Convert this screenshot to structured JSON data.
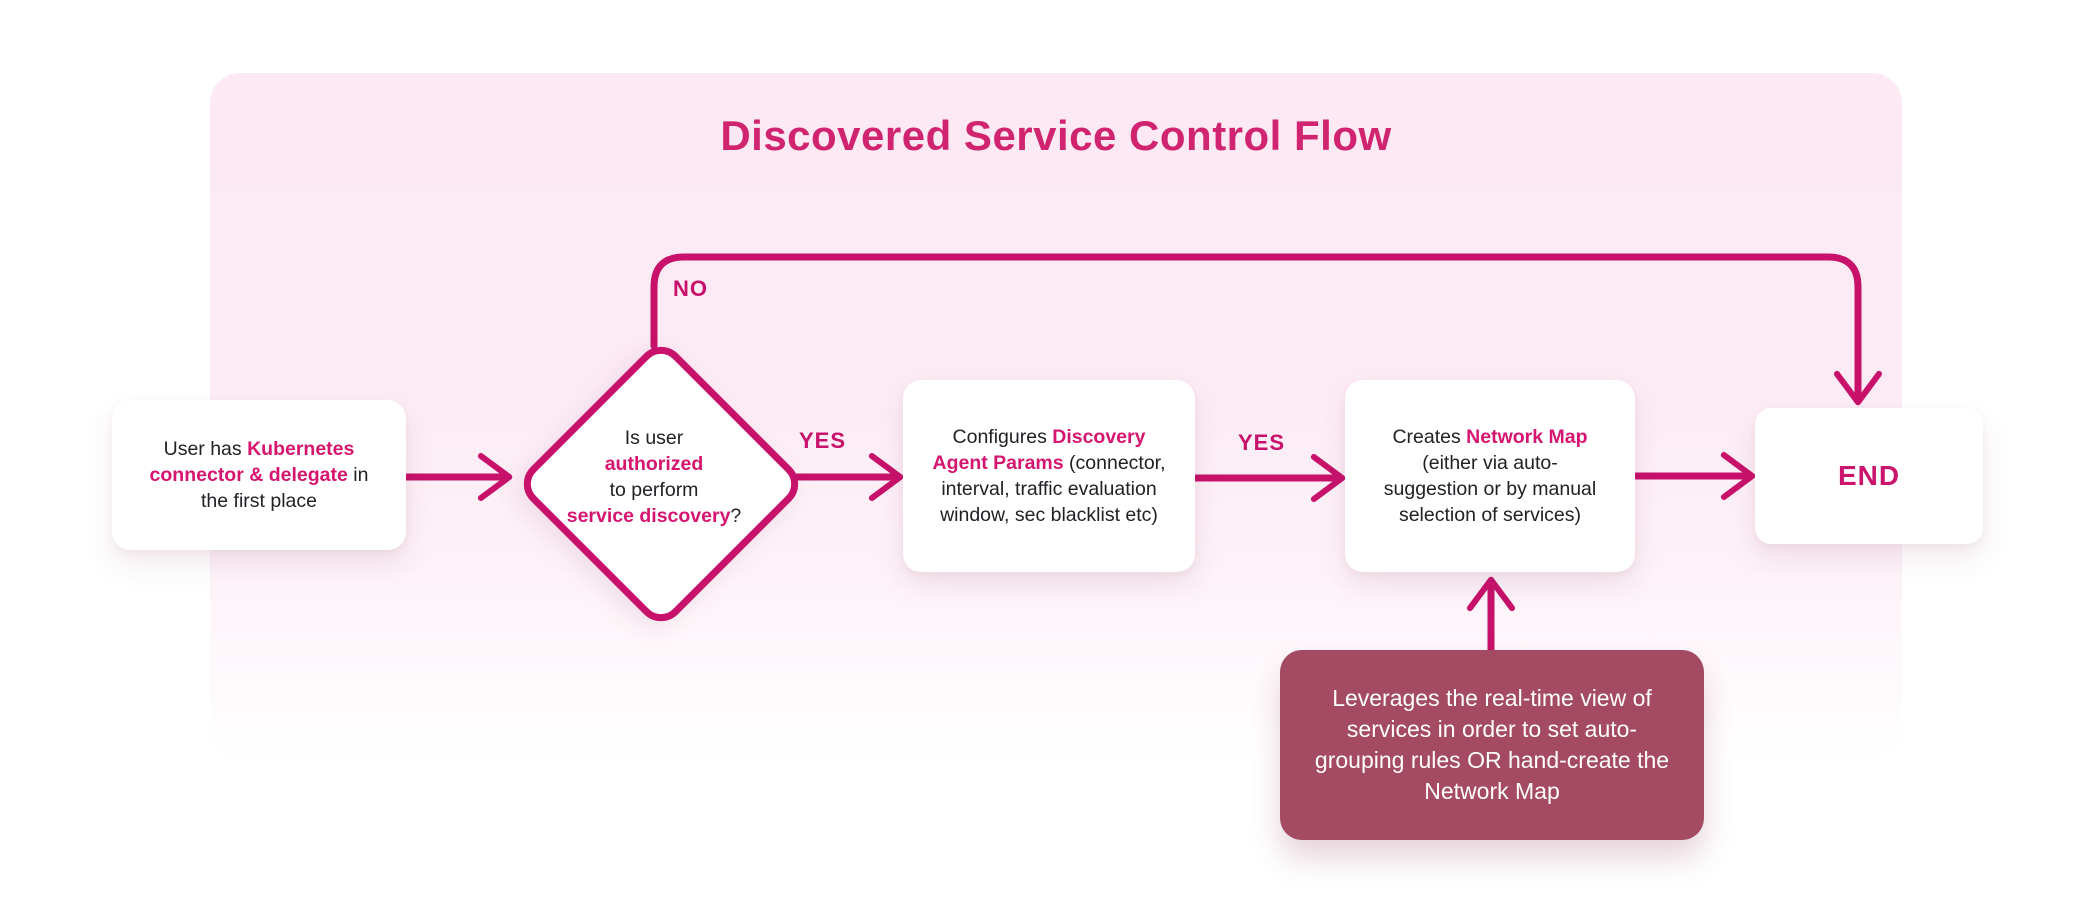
{
  "title": "Discovered Service Control Flow",
  "colors": {
    "accent_stroke": "#c7116b",
    "accent_text": "#d6156f",
    "title_color": "#d12470",
    "panel_pink_top": "#fce9f4",
    "note_background": "#a44a62",
    "note_text": "#ffffff",
    "card_text": "#212126",
    "card_background": "#ffffff"
  },
  "edges": {
    "no_label": "NO",
    "yes_label_1": "YES",
    "yes_label_2": "YES"
  },
  "nodes": {
    "start": {
      "parts": [
        "User has ",
        "Kubernetes connector & delegate",
        " in the first place"
      ]
    },
    "decision": {
      "line1": "Is user",
      "line2": "authorized",
      "line3": "to perform",
      "line4a": "service discovery",
      "line4b": "?"
    },
    "configure": {
      "parts": [
        "Configures ",
        "Discovery Agent Params",
        " (connector, interval, traffic evaluation window, sec blacklist etc)"
      ]
    },
    "create_map": {
      "parts": [
        "Creates ",
        "Network Map",
        " (either via auto-suggestion or by manual selection of services)"
      ]
    },
    "end": {
      "label": "END"
    },
    "note": {
      "text": "Leverages the real-time view of services in order to set auto-grouping rules OR hand-create the Network Map"
    }
  }
}
